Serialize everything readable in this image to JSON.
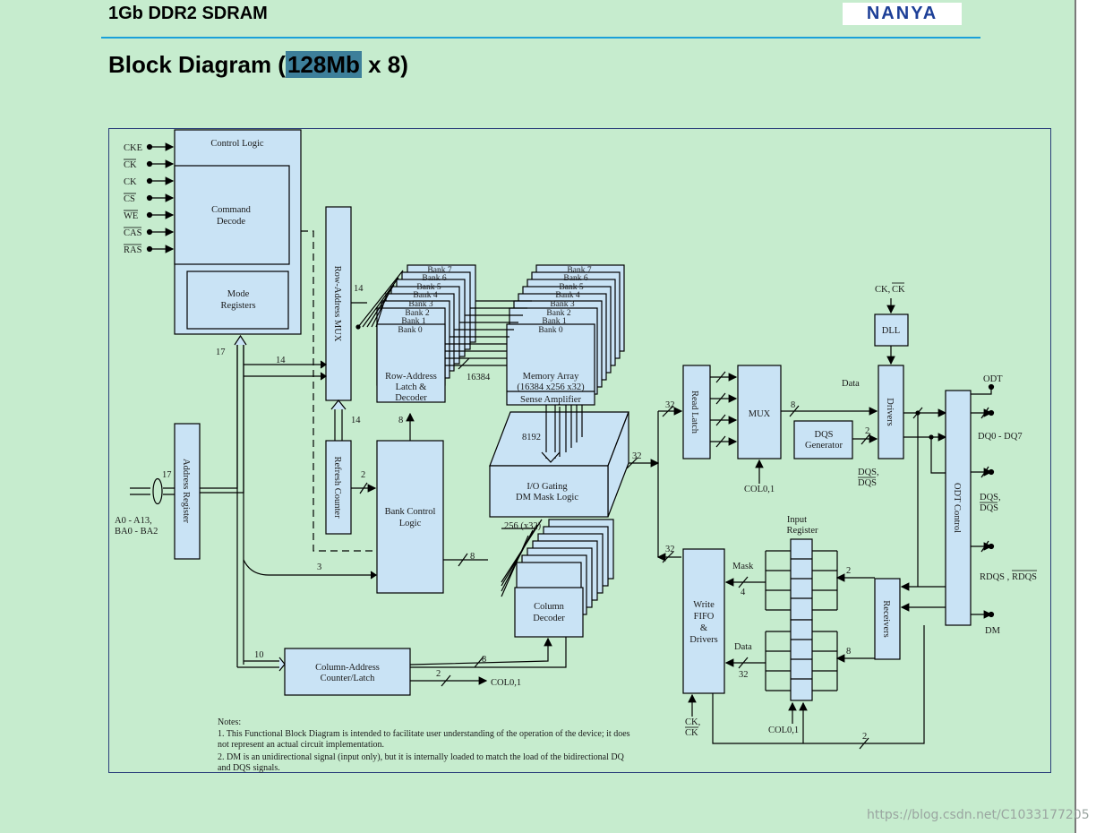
{
  "header": {
    "doc_title": "1Gb DDR2 SDRAM",
    "logo_text": "NANYA",
    "page_title_prefix": "Block Diagram (",
    "page_title_highlight": "128Mb",
    "page_title_suffix": " x 8)"
  },
  "diagram": {
    "control_logic": "Control Logic",
    "command_decode": [
      "Command",
      "Decode"
    ],
    "mode_registers": [
      "Mode",
      "Registers"
    ],
    "inputs": [
      "CKE",
      "CK",
      "CK",
      "CS",
      "WE",
      "CAS",
      "RAS"
    ],
    "row_mux": "Row-Address MUX",
    "refresh_counter": "Refresh Counter",
    "address_register": "Address Register",
    "address_inputs": [
      "A0 - A13,",
      "BA0 - BA2"
    ],
    "row_latch": [
      "Row-Address",
      "Latch &",
      "Decoder"
    ],
    "banks": [
      "Bank 7",
      "Bank 6",
      "Bank 5",
      "Bank 4",
      "Bank 3",
      "Bank 2",
      "Bank 1",
      "Bank 0"
    ],
    "memory_array": [
      "Memory Array",
      "(16384 x256 x32)"
    ],
    "sense_amp": "Sense Amplifier",
    "bank_control": [
      "Bank Control",
      "Logic"
    ],
    "io_gating": [
      "I/O Gating",
      "DM Mask Logic"
    ],
    "column_decoder": [
      "Column",
      "Decoder"
    ],
    "column_counter": [
      "Column-Address",
      "Counter/Latch"
    ],
    "read_latch": "Read Latch",
    "mux": "MUX",
    "dqs_generator": [
      "DQS",
      "Generator"
    ],
    "dll": "DLL",
    "drivers": "Drivers",
    "odt_control": "ODT Control",
    "receivers": "Receivers",
    "write_fifo": [
      "Write",
      "FIFO",
      "&",
      "Drivers"
    ],
    "input_register": [
      "Input",
      "Register"
    ],
    "signals": {
      "ck_ckbar": "CK,",
      "ck_bar": "CK",
      "data": "Data",
      "odt": "ODT",
      "dq": "DQ0 - DQ7",
      "dqs": "DQS,",
      "dqs_bar": "DQS",
      "rdqs": "RDQS ,",
      "rdqs_bar": "RDQS",
      "dm": "DM",
      "col01": "COL0,1",
      "mask": "Mask",
      "data_label": "Data"
    },
    "bus_widths": {
      "w17": "17",
      "w14": "14",
      "w14b": "14",
      "w14c": "14",
      "w17b": "17",
      "w2": "2",
      "w8": "8",
      "w16384": "16384",
      "w8192": "8192",
      "w3": "3",
      "w8b": "8",
      "w256": "256 (x32)",
      "w10": "10",
      "w8c": "8",
      "w2b": "2",
      "w32a": "32",
      "w32b": "32",
      "w32c": "32",
      "w8d": "8",
      "w4": "4",
      "w32d": "32",
      "w2c": "2",
      "w8e": "8",
      "w2d": "2"
    },
    "notes": [
      "Notes:",
      "1. This Functional Block Diagram is intended to facilitate user understanding of the operation of the device; it does",
      "not represent an actual circuit implementation.",
      "2. DM is an unidirectional signal (input only), but it is internally loaded to match the load of the bidirectional DQ",
      "and DQS signals."
    ]
  },
  "watermark": "https://blog.csdn.net/C1033177205"
}
